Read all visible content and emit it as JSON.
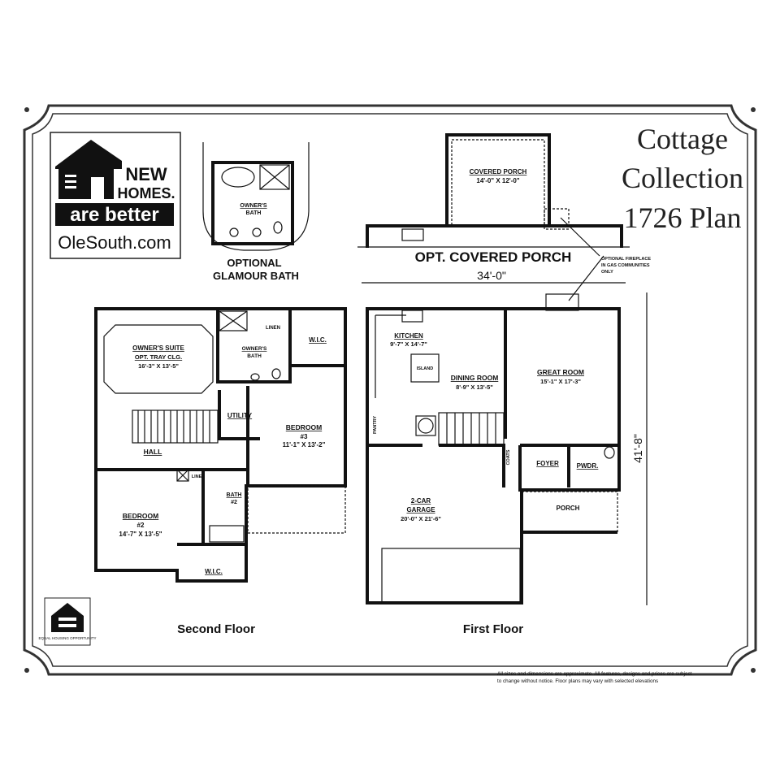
{
  "title": {
    "line1": "Cottage",
    "line2": "Collection",
    "line3": "1726 Plan"
  },
  "logo": {
    "line1": "NEW",
    "line2": "HOMES.",
    "line3": "are better",
    "website": "OleSouth.com"
  },
  "equal_housing": {
    "text": "EQUAL HOUSING OPPORTUNITY"
  },
  "glamour_bath": {
    "room": "OWNER'S",
    "room2": "BATH",
    "caption1": "OPTIONAL",
    "caption2": "GLAMOUR BATH"
  },
  "covered_porch": {
    "name": "COVERED PORCH",
    "size": "14'-0\" X 12'-0\"",
    "caption": "OPT. COVERED PORCH",
    "fireplace_note1": "OPTIONAL FIREPLACE",
    "fireplace_note2": "IN GAS COMMUNITIES",
    "fireplace_note3": "ONLY"
  },
  "dimensions": {
    "width": "34'-0\"",
    "depth": "41'-8\""
  },
  "second_floor": {
    "caption": "Second Floor",
    "owners_suite": {
      "name": "OWNER'S SUITE",
      "note": "OPT. TRAY CLG.",
      "size": "16'-3\" X 13'-5\""
    },
    "owners_bath": {
      "name": "OWNER'S",
      "name2": "BATH"
    },
    "linen1": "LINEN",
    "wic1": "W.I.C.",
    "utility": "UTILITY",
    "bedroom3": {
      "name": "BEDROOM",
      "num": "#3",
      "size": "11'-1\" X 13'-2\""
    },
    "hall": "HALL",
    "linen2": "LINEN",
    "bath2": {
      "name": "BATH",
      "num": "#2"
    },
    "bedroom2": {
      "name": "BEDROOM",
      "num": "#2",
      "size": "14'-7\" X 13'-5\""
    },
    "wic2": "W.I.C."
  },
  "first_floor": {
    "caption": "First Floor",
    "kitchen": {
      "name": "KITCHEN",
      "size": "9'-7\" X 14'-7\""
    },
    "island": "ISLAND",
    "dining": {
      "name": "DINING ROOM",
      "size": "8'-9\" X 13'-5\""
    },
    "great_room": {
      "name": "GREAT ROOM",
      "size": "15'-1\" X 17'-3\""
    },
    "pantry": "PANTRY",
    "coats": "COATS",
    "foyer": "FOYER",
    "pwdr": "PWDR.",
    "porch": "PORCH",
    "garage": {
      "name": "2-CAR",
      "name2": "GARAGE",
      "size": "20'-0\" X 21'-6\""
    }
  },
  "disclaimer": {
    "line1": "All sizes and dimensions are approximate. All features, designs and prices are subject",
    "line2": "to change without notice.  Floor plans may vary with selected elevations"
  }
}
